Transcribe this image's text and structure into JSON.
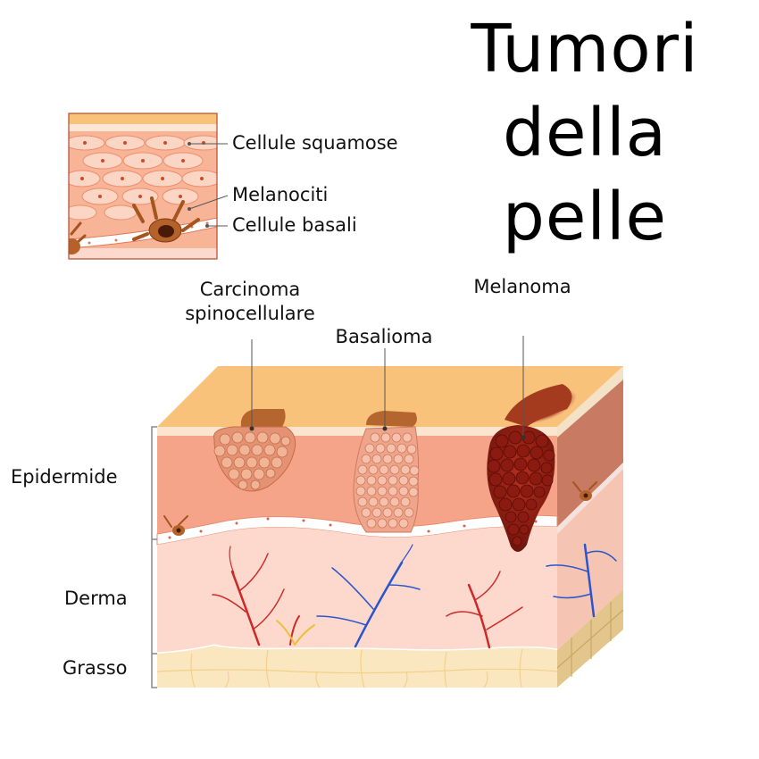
{
  "title": {
    "line1": "Tumori",
    "line2": "della",
    "line3": "pelle"
  },
  "inset_labels": {
    "squamous": "Cellule squamose",
    "melanocytes": "Melanociti",
    "basal": "Cellule basali"
  },
  "tumor_labels": {
    "scc_line1": "Carcinoma",
    "scc_line2": "spinocellulare",
    "bcc": "Basalioma",
    "melanoma": "Melanoma"
  },
  "layer_labels": {
    "epidermis": "Epidermide",
    "dermis": "Derma",
    "fat": "Grasso"
  },
  "colors": {
    "epidermis": "#f5a48a",
    "surface": "#f9c27a",
    "dermis": "#fcd9cc",
    "fat": "#fbe7bf",
    "melanoma": "#8b1a10",
    "artery": "#cc2a2a",
    "vein": "#2a55cc"
  }
}
